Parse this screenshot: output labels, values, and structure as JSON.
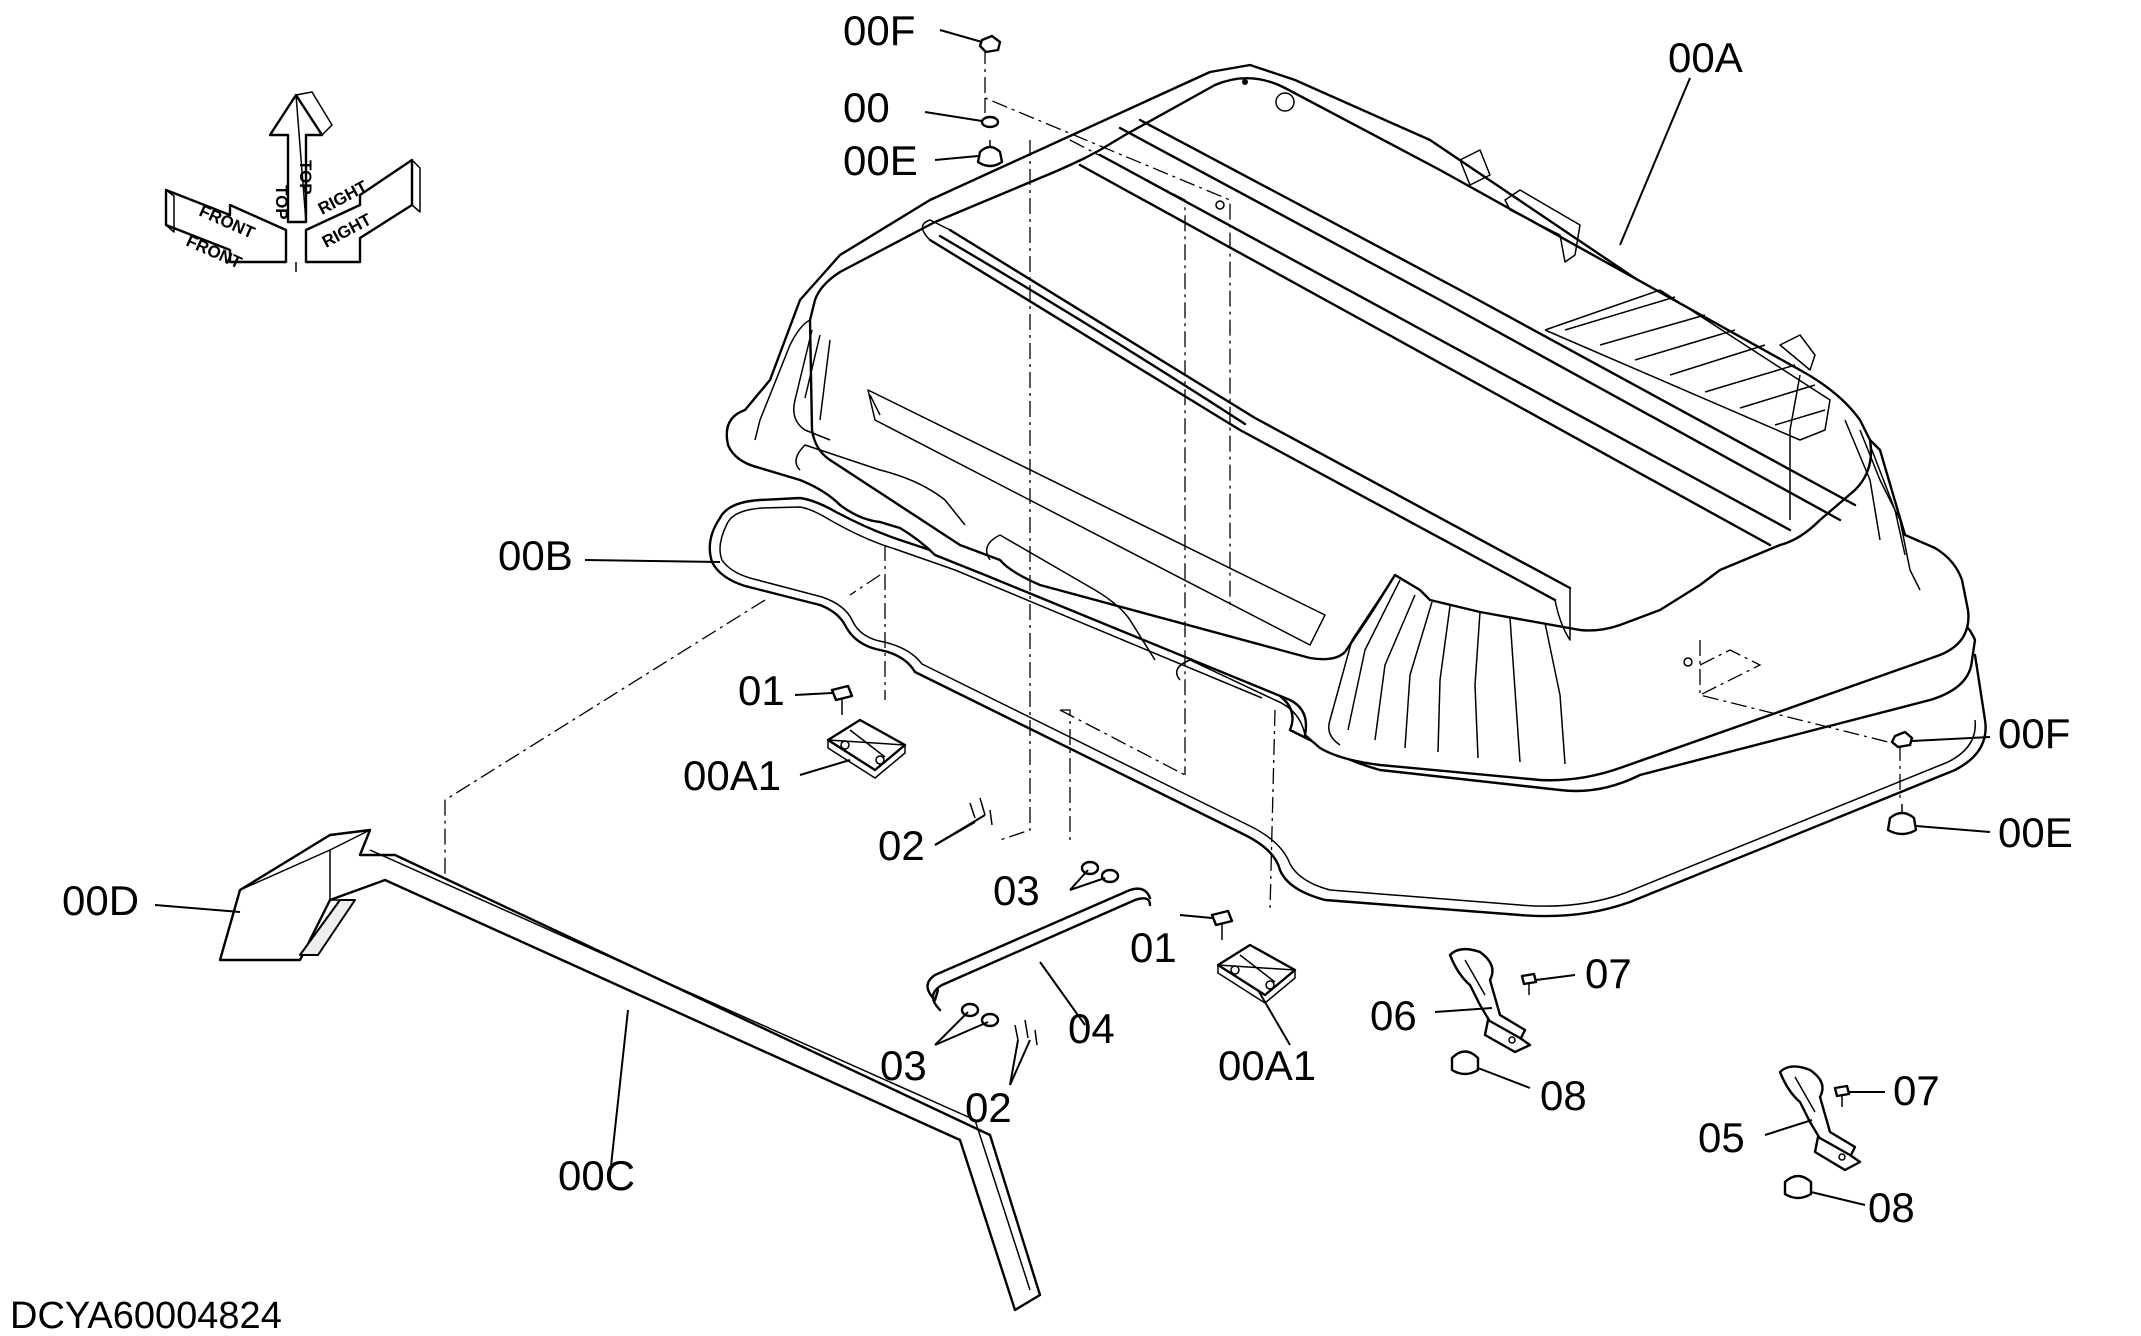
{
  "drawing_code": "DCYA60004824",
  "orientation": {
    "front": "FRONT",
    "front_mirrored": "FRONT",
    "top": "TOP",
    "top_mirrored": "TOP",
    "right": "RIGHT",
    "right_mirrored": "RIGHT"
  },
  "callouts": {
    "c_00F_top": "00F",
    "c_00": "00",
    "c_00E_top": "00E",
    "c_00A": "00A",
    "c_00B": "00B",
    "c_01_left": "01",
    "c_00A1_left": "00A1",
    "c_02_upper": "02",
    "c_00D": "00D",
    "c_03_upper": "03",
    "c_01_right": "01",
    "c_04": "04",
    "c_03_lower": "03",
    "c_02_lower": "02",
    "c_00A1_right": "00A1",
    "c_00C": "00C",
    "c_00F_right": "00F",
    "c_00E_right": "00E",
    "c_07_upper": "07",
    "c_06": "06",
    "c_08_upper": "08",
    "c_07_lower": "07",
    "c_05": "05",
    "c_08_lower": "08"
  }
}
